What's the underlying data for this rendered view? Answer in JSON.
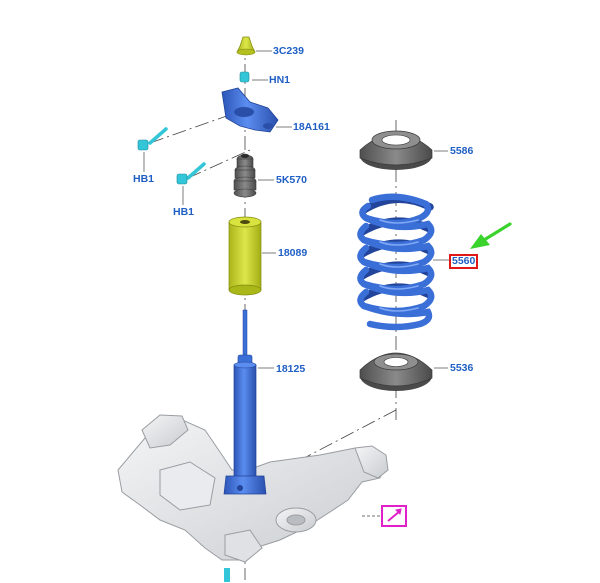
{
  "parts": {
    "nut": "3C239",
    "nut_hn1": "HN1",
    "upper_mount": "18A161",
    "bolt_upper": "HB1",
    "bolt_lower": "HB1",
    "bump_stop": "5K570",
    "dust_boot": "18089",
    "shock_absorber": "18125",
    "upper_seat": "5586",
    "coil_spring": "5560",
    "lower_seat": "5536"
  },
  "colors": {
    "part_label": "#1f5fc4",
    "highlight_box": "#e01818",
    "pointer_arrow": "#39d32b",
    "detail_marker": "#e020c8",
    "shock_blue": "#3b6fd8",
    "boot_yellow": "#c9d62a",
    "seat_gray": "#6f6f6f"
  },
  "icons": {
    "pointer": "green-arrow-icon",
    "detail": "detail-view-icon"
  }
}
